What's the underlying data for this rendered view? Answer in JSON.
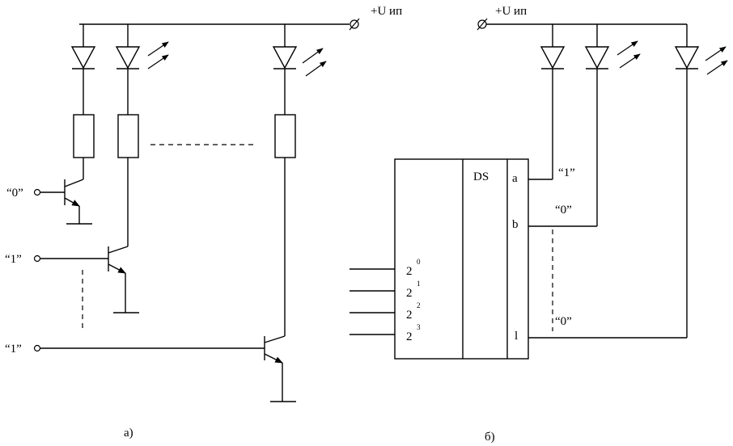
{
  "left_circuit": {
    "supply_label": "+U ип",
    "inputs": [
      "“0”",
      "“1”",
      "“1”"
    ],
    "caption": "а)"
  },
  "right_circuit": {
    "supply_label": "+U ип",
    "decoder_label": "DS",
    "inputs": [
      "2",
      "2",
      "2",
      "2"
    ],
    "input_exponents": [
      "0",
      "1",
      "2",
      "3"
    ],
    "outputs": [
      "a",
      "b",
      "l"
    ],
    "output_states": [
      "“1”",
      "“0”",
      "“0”"
    ],
    "caption": "б)"
  }
}
